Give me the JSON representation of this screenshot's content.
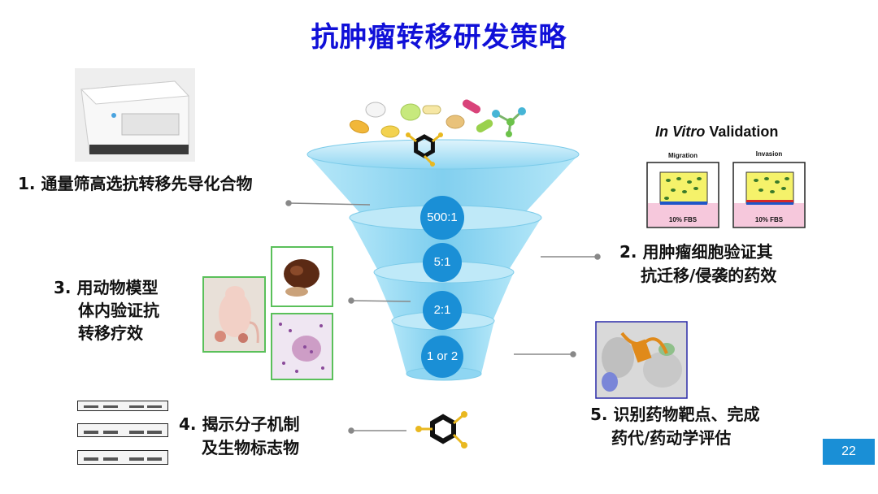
{
  "title": "抗肿瘤转移研发策略",
  "steps": [
    {
      "label": "1. 通量筛高选抗转移先导化合物"
    },
    {
      "label_lines": [
        "2. 用肿瘤细胞验证其",
        "抗迁移/侵袭的药效"
      ]
    },
    {
      "label_lines": [
        "3.  用动物模型",
        "体内验证抗",
        "转移疗效"
      ]
    },
    {
      "label_lines": [
        "4. 揭示分子机制",
        "及生物标志物"
      ]
    },
    {
      "label_lines": [
        "5. 识别药物靶点、完成",
        "药代/药动学评估"
      ]
    }
  ],
  "funnel_ratios": [
    "500:1",
    "5:1",
    "2:1",
    "1 or 2"
  ],
  "in_vitro": {
    "title_italic": "In Vitro",
    "title_rest": " Validation",
    "wells": [
      {
        "label": "Migration",
        "medium": "10% FBS"
      },
      {
        "label": "Invasion",
        "medium": "10% FBS"
      }
    ]
  },
  "page_number": "22",
  "colors": {
    "title": "#1010d8",
    "funnel": "#7fd0f0",
    "badge": "#1a8fd6",
    "frame": "#5ac05a"
  },
  "icons": [
    "plate-reader-instrument",
    "pills-and-molecules",
    "molecule-icon",
    "transwell-assay",
    "mouse-photo",
    "tumor-photo",
    "histology-photo",
    "western-blot",
    "protein-structure"
  ]
}
